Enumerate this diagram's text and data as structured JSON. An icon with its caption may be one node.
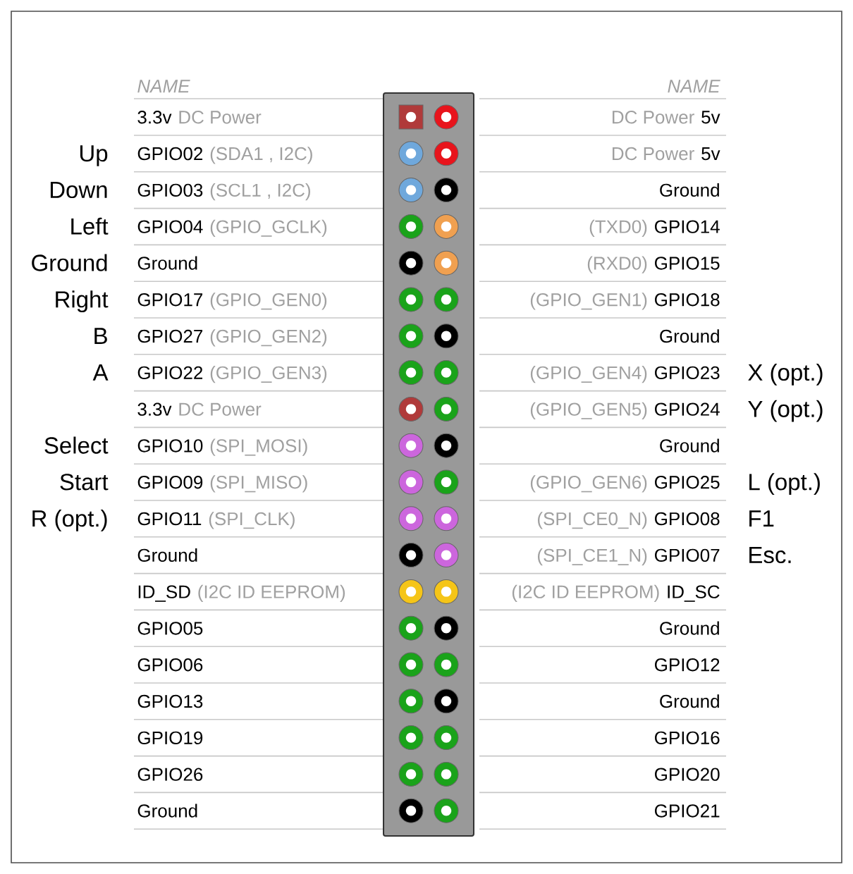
{
  "diagram": {
    "labels": [
      "NAME",
      "NAME",
      "3.3v",
      "DC Power",
      "DC Power",
      "5v",
      "Up",
      "GPIO02",
      "(SDA1 , I2C)",
      "DC Power",
      "5v",
      "Down",
      "GPIO03",
      "(SCL1 , I2C)",
      "Ground",
      "Left",
      "GPIO04",
      "(GPIO_GCLK)",
      "(TXD0)",
      "GPIO14",
      "Ground",
      "Ground",
      "(RXD0)",
      "GPIO15",
      "Right",
      "GPIO17",
      "(GPIO_GEN0)",
      "(GPIO_GEN1)",
      "GPIO18",
      "B",
      "GPIO27",
      "(GPIO_GEN2)",
      "Ground",
      "A",
      "GPIO22",
      "(GPIO_GEN3)",
      "(GPIO_GEN4)",
      "GPIO23",
      "X (opt.)",
      "3.3v",
      "DC Power",
      "(GPIO_GEN5)",
      "GPIO24",
      "Y (opt.)",
      "Select",
      "GPIO10",
      "(SPI_MOSI)",
      "Ground",
      "Start",
      "GPIO09",
      "(SPI_MISO)",
      "(GPIO_GEN6)",
      "GPIO25",
      "L (opt.)",
      "R (opt.)",
      "GPIO11",
      "(SPI_CLK)",
      "(SPI_CE0_N)",
      "GPIO08",
      "F1",
      "Ground",
      "(SPI_CE1_N)",
      "GPIO07",
      "Esc.",
      "ID_SD",
      "(I2C ID EEPROM)",
      "(I2C ID EEPROM)",
      "ID_SC",
      "GPIO05",
      "Ground",
      "GPIO06",
      "GPIO12",
      "GPIO13",
      "Ground",
      "GPIO19",
      "GPIO16",
      "GPIO26",
      "GPIO20",
      "Ground",
      "GPIO21"
    ]
  }
}
